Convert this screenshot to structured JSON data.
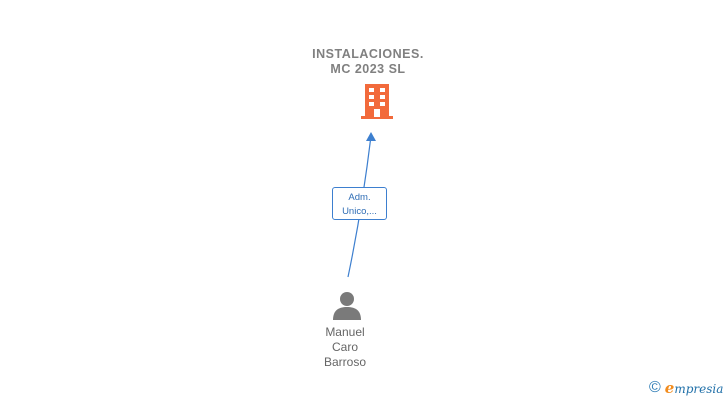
{
  "company": {
    "name_line1": "INSTALACIONES.",
    "name_line2": "MC 2023  SL",
    "icon": "building-icon",
    "icon_color": "#f26a3b"
  },
  "relationship": {
    "role_line1": "Adm.",
    "role_line2": "Unico,...",
    "edge_color": "#3d7fcf"
  },
  "person": {
    "name_line1": "Manuel",
    "name_line2": "Caro",
    "name_line3": "Barroso",
    "icon": "person-icon",
    "icon_color": "#7a7a7a"
  },
  "watermark": {
    "symbol": "©",
    "brand_initial": "e",
    "brand_rest": "mpresia"
  }
}
